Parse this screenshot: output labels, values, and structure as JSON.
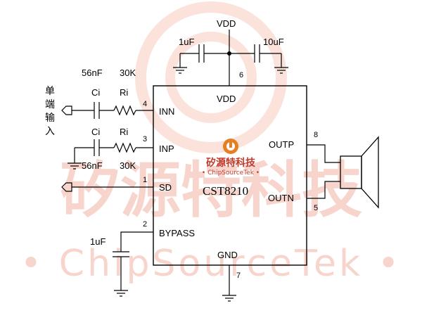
{
  "watermark": {
    "cn": "矽源特科技",
    "en": "• ChipSourceTek •"
  },
  "logo": {
    "cn": "矽源特科技",
    "en": "• ChipSourceTek •"
  },
  "chip": {
    "part_number": "CST8210",
    "pins": {
      "inn": {
        "name": "INN",
        "number": "4"
      },
      "inp": {
        "name": "INP",
        "number": "3"
      },
      "sd": {
        "name": "SD",
        "number": "1"
      },
      "bypass": {
        "name": "BYPASS",
        "number": "2"
      },
      "vdd": {
        "name": "VDD",
        "number": "6"
      },
      "gnd": {
        "name": "GND",
        "number": "7"
      },
      "outp": {
        "name": "OUTP",
        "number": "8"
      },
      "outn": {
        "name": "OUTN",
        "number": "5"
      }
    }
  },
  "supply": {
    "label": "VDD",
    "cap_left": "1uF",
    "cap_right": "10uF"
  },
  "input_network": {
    "input_label_chars": [
      "单",
      "端",
      "输",
      "入"
    ],
    "top": {
      "ci_value": "56nF",
      "ri_value": "30K",
      "ci_name": "Ci",
      "ri_name": "Ri"
    },
    "bottom": {
      "ci_value": "56nF",
      "ri_value": "30K",
      "ci_name": "Ci",
      "ri_name": "Ri"
    }
  },
  "bypass_cap": "1uF"
}
